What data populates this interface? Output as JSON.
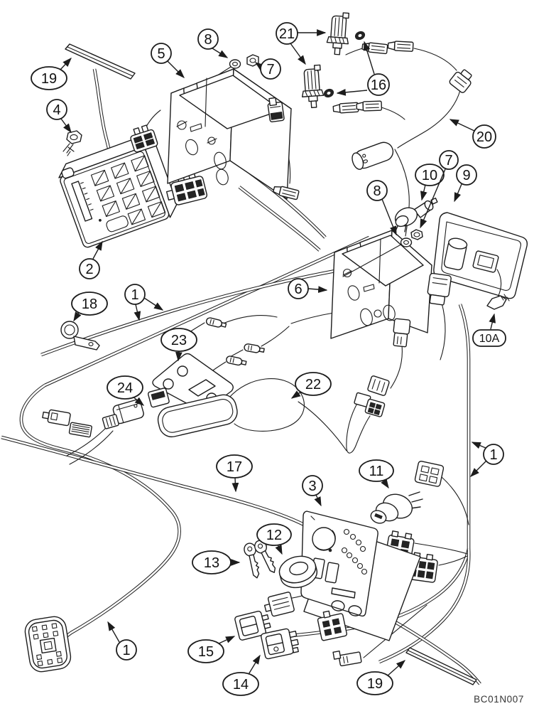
{
  "figure": {
    "code": "BC01N007"
  },
  "callouts": [
    {
      "id": "19-top",
      "label": "19"
    },
    {
      "id": "4",
      "label": "4"
    },
    {
      "id": "5",
      "label": "5"
    },
    {
      "id": "8-top",
      "label": "8"
    },
    {
      "id": "7-top",
      "label": "7"
    },
    {
      "id": "21",
      "label": "21"
    },
    {
      "id": "16",
      "label": "16"
    },
    {
      "id": "20",
      "label": "20"
    },
    {
      "id": "2",
      "label": "2"
    },
    {
      "id": "8-right",
      "label": "8"
    },
    {
      "id": "10",
      "label": "10"
    },
    {
      "id": "7-right",
      "label": "7"
    },
    {
      "id": "9",
      "label": "9"
    },
    {
      "id": "6",
      "label": "6"
    },
    {
      "id": "10A",
      "label": "10A"
    },
    {
      "id": "18",
      "label": "18"
    },
    {
      "id": "1-upper",
      "label": "1"
    },
    {
      "id": "23",
      "label": "23"
    },
    {
      "id": "24",
      "label": "24"
    },
    {
      "id": "22",
      "label": "22"
    },
    {
      "id": "17",
      "label": "17"
    },
    {
      "id": "3",
      "label": "3"
    },
    {
      "id": "11",
      "label": "11"
    },
    {
      "id": "1-right",
      "label": "1"
    },
    {
      "id": "12",
      "label": "12"
    },
    {
      "id": "13",
      "label": "13"
    },
    {
      "id": "15",
      "label": "15"
    },
    {
      "id": "14",
      "label": "14"
    },
    {
      "id": "19-bottom",
      "label": "19"
    },
    {
      "id": "1-bottom",
      "label": "1"
    }
  ]
}
